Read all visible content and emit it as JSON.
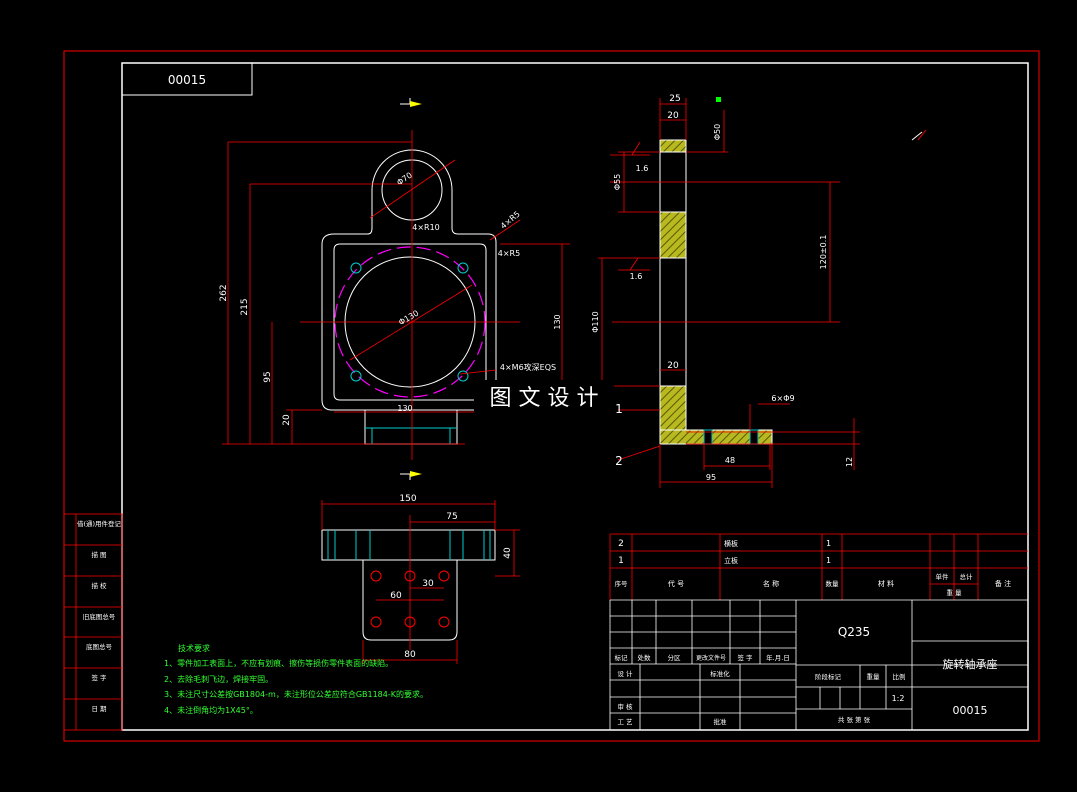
{
  "drawing_number_top": "00015",
  "watermark": "图 文 设 计",
  "dims": {
    "d262": "262",
    "d215": "215",
    "d95": "95",
    "d20": "20",
    "r10": "4×R10",
    "r5a": "4×R5",
    "r5b": "4×R5",
    "phi70": "Φ70",
    "phi130": "Φ130",
    "holes": "4×M6攻深EQS",
    "w130": "130",
    "h130": "130",
    "top25": "25",
    "top20": "20",
    "phi50": "Φ50",
    "phi55": "Φ55",
    "r16a": "1.6",
    "r16b": "1.6",
    "h120": "120±0.1",
    "phi110": "Φ110",
    "mid20": "20",
    "holes6": "6×Φ9",
    "w48": "48",
    "w95": "95",
    "h12": "12",
    "leader1": "1",
    "leader2": "2",
    "w150": "150",
    "w75": "75",
    "h40": "40",
    "w60": "60",
    "w30": "30",
    "w80": "80"
  },
  "tech_requirements": {
    "title": "技术要求",
    "lines": [
      "1、零件加工表面上，不应有划痕、擦伤等损伤零件表面的缺陷。",
      "2、去除毛刺飞边，焊接牢固。",
      "3、未注尺寸公差按GB1804-m，未注形位公差应符合GB1184-K的要求。",
      "4、未注倒角均为1X45°。"
    ]
  },
  "left_strip": [
    "借(通)用件登记",
    "描 图",
    "描 校",
    "旧底图总号",
    "底图总号",
    "签 字",
    "日 期"
  ],
  "title_block": {
    "parts": [
      {
        "no": "2",
        "name": "横板",
        "qty": "1"
      },
      {
        "no": "1",
        "name": "立板",
        "qty": "1"
      }
    ],
    "header": {
      "seq": "序号",
      "code": "代 号",
      "name": "名 称",
      "qty": "数量",
      "material": "材 料",
      "unit_w": "单件",
      "total_w": "总计",
      "weight": "重 量",
      "remark": "备 注"
    },
    "material": "Q235",
    "part_name": "旋转轴承座",
    "drawing_no": "00015",
    "scale": "1:2",
    "labels": {
      "mark": "标记",
      "count": "处数",
      "zone": "分区",
      "change_doc": "更改文件号",
      "sign": "签 字",
      "date": "年.月.日",
      "design": "设 计",
      "standard": "标准化",
      "stage": "阶段标记",
      "weight": "重量",
      "ratio": "比例",
      "review": "审 核",
      "process": "工 艺",
      "approve": "批准",
      "sheets": "共 张 第 张"
    }
  }
}
